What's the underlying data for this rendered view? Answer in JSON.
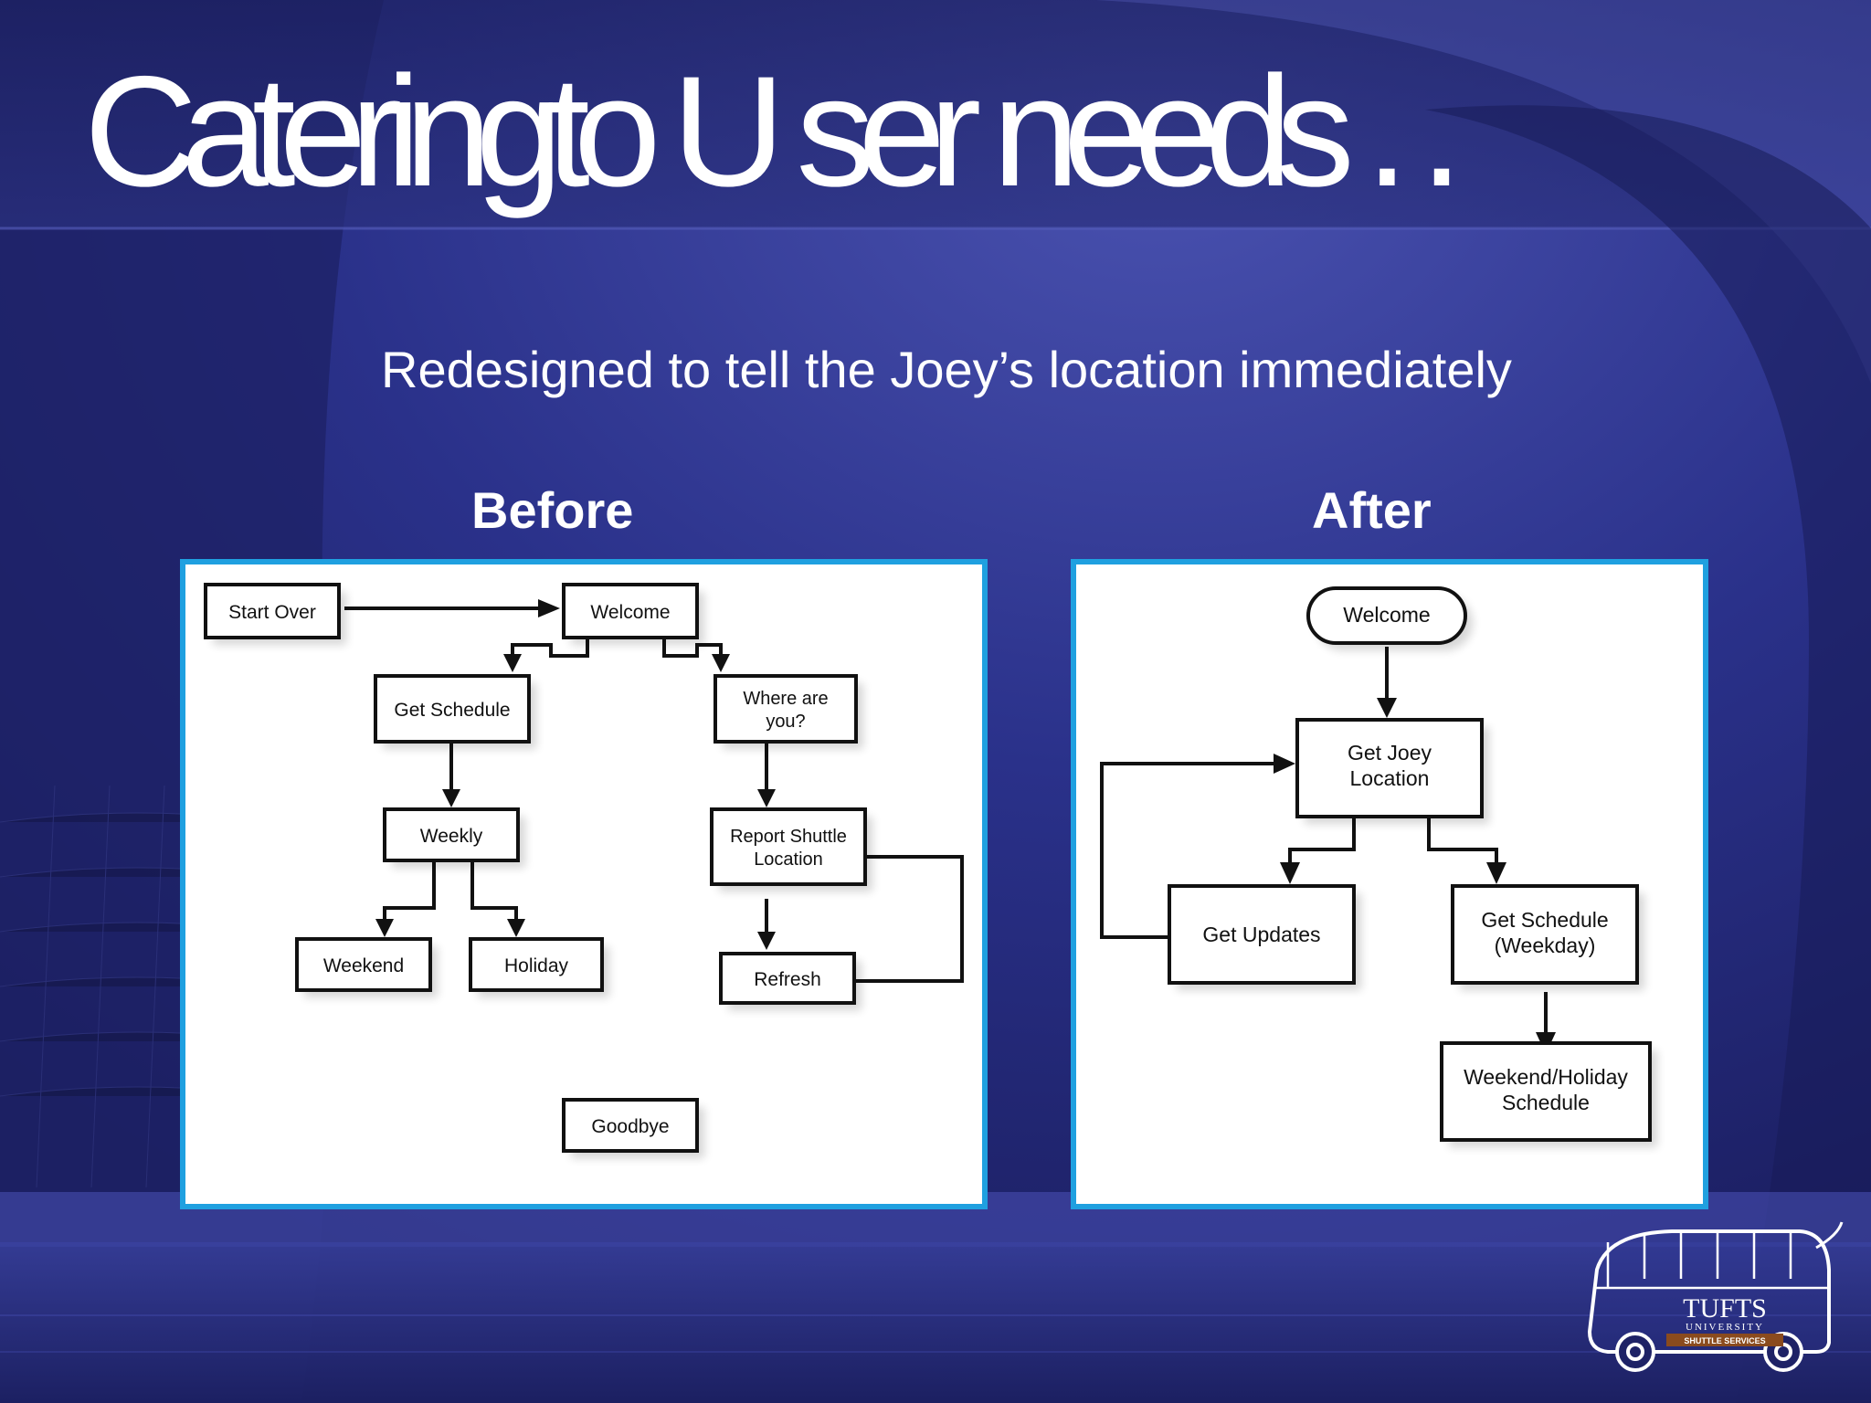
{
  "slide": {
    "title": "Cateringto U ser needs . .",
    "subtitle": "Redesigned to tell the Joey’s location immediately",
    "before_heading": "Before",
    "after_heading": "After"
  },
  "before_diagram": {
    "nodes": {
      "start_over": "Start Over",
      "welcome": "Welcome",
      "get_schedule": "Get Schedule",
      "where_are_you_1": "Where are",
      "where_are_you_2": "you?",
      "weekly": "Weekly",
      "report_1": "Report Shuttle",
      "report_2": "Location",
      "weekend": "Weekend",
      "holiday": "Holiday",
      "refresh": "Refresh",
      "goodbye": "Goodbye"
    }
  },
  "after_diagram": {
    "nodes": {
      "welcome": "Welcome",
      "get_joey_1": "Get Joey",
      "get_joey_2": "Location",
      "get_updates": "Get Updates",
      "get_schedule_1": "Get Schedule",
      "get_schedule_2": "(Weekday)",
      "weekend_holiday_1": "Weekend/Holiday",
      "weekend_holiday_2": "Schedule"
    }
  },
  "logo": {
    "line1": "TUFTS",
    "line2": "UNIVERSITY",
    "line3": "SHUTTLE SERVICES"
  }
}
